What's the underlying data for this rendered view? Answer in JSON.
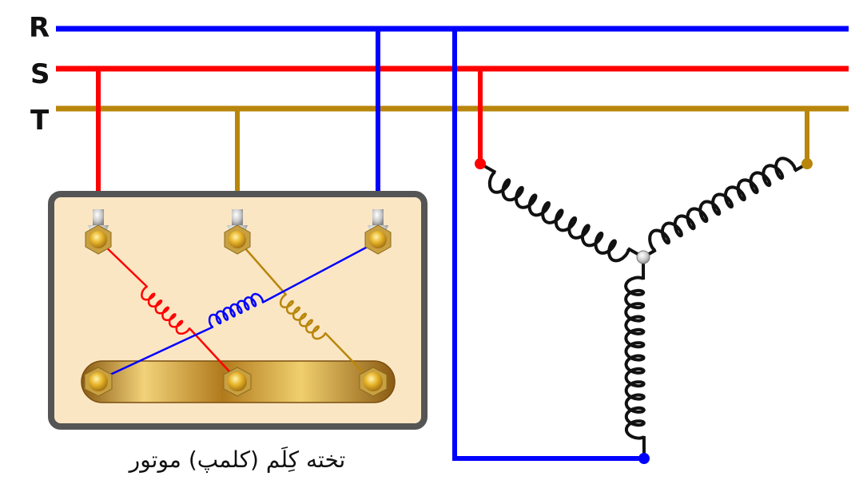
{
  "phases": {
    "r": {
      "label": "R",
      "color": "#0000ff"
    },
    "s": {
      "label": "S",
      "color": "#ff0000"
    },
    "t": {
      "label": "T",
      "color": "#b8860b"
    }
  },
  "terminal_board": {
    "caption": "تخته کِلَم (کلمپ) موتور"
  },
  "colors": {
    "board_border": "#555555",
    "board_fill": "#fbe6c4",
    "coil": "#111111",
    "brass": "#d9a520"
  }
}
